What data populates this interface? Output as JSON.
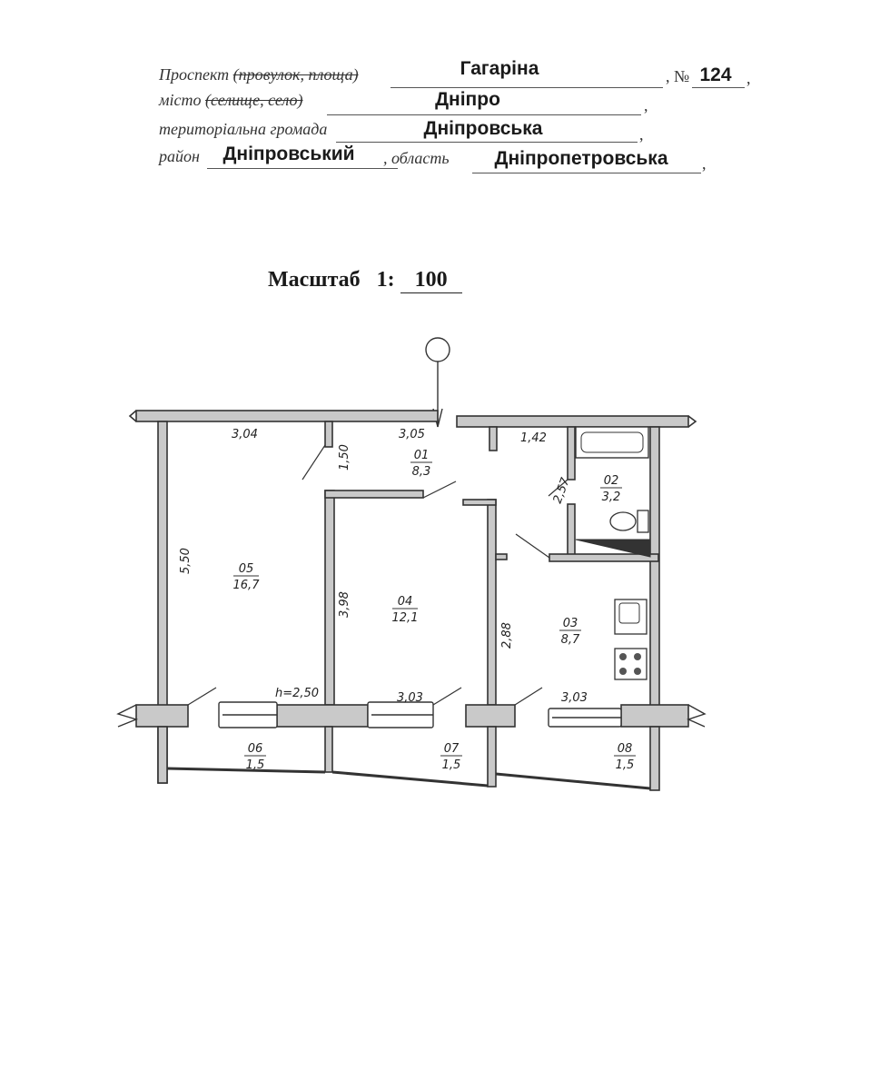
{
  "address": {
    "street_label": "Проспект",
    "street_struck_label": "(провулок, площа)",
    "street_value": "Гагаріна",
    "number_label": "№",
    "number_value": "124",
    "city_label": "місто",
    "city_struck_label": "(селище, село)",
    "city_value": "Дніпро",
    "community_label": "територіальна громада",
    "community_value": "Дніпровська",
    "district_label": "район",
    "district_value": "Дніпровський",
    "region_label": ", область",
    "region_value": "Дніпропетровська"
  },
  "scale": {
    "label": "Масштаб",
    "ratio_prefix": "1:",
    "ratio_value": "100"
  },
  "plan": {
    "ceiling_height": "h=2,50",
    "rooms": [
      {
        "id": "01",
        "area": "8,3"
      },
      {
        "id": "02",
        "area": "3,2"
      },
      {
        "id": "03",
        "area": "8,7"
      },
      {
        "id": "04",
        "area": "12,1"
      },
      {
        "id": "05",
        "area": "16,7"
      },
      {
        "id": "06",
        "area": "1,5"
      },
      {
        "id": "07",
        "area": "1,5"
      },
      {
        "id": "08",
        "area": "1,5"
      }
    ],
    "dimensions": {
      "top_left": "3,04",
      "top_middle": "3,05",
      "top_right": "1,42",
      "corridor_wall": "1,50",
      "bathroom_depth": "2,57",
      "left_height": "5,50",
      "room04_height": "3,98",
      "room03_height": "2,88",
      "window_mid": "3,03",
      "window_right": "3,03"
    }
  }
}
